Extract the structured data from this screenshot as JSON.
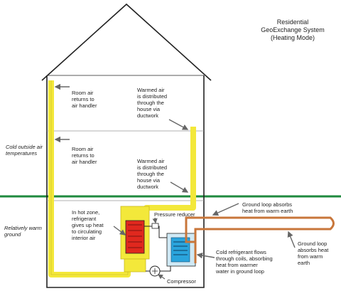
{
  "title": "Residential\nGeoExchange System\n(Heating Mode)",
  "labels": {
    "outside_air": "Cold outside air\ntemperatures",
    "warm_ground": "Relatively warm\nground",
    "room_air_upper": "Room air\nreturns to\nair handler",
    "room_air_lower": "Room air\nreturns to\nair handler",
    "warmed_air_upper": "Warmed air\nis distributed\nthrough the\nhouse via\nductwork",
    "warmed_air_lower": "Warmed air\nis distributed\nthrough the\nhouse via\nductwork",
    "hot_zone": "In hot zone,\nrefrigerant\ngives up heat\nto circulating\ninterior air",
    "pressure_reducer": "Pressure reducer",
    "compressor": "Compressor",
    "ground_loop_top": "Ground loop absorbs\nheat from warm earth",
    "ground_loop_right": "Ground loop\nabsorbs heat\nfrom warm\nearth",
    "cold_refrigerant": "Cold refrigerant flows\nthrough coils, absorbing\nheat from warmer\nwater in ground loop"
  },
  "colors": {
    "duct_yellow": "#f3e83a",
    "ground_green": "#1f8a3e",
    "hot_coil_red": "#e0281e",
    "cold_coil_blue": "#2aa4dc",
    "loop_brown": "#c8763a",
    "outline": "#222222"
  }
}
